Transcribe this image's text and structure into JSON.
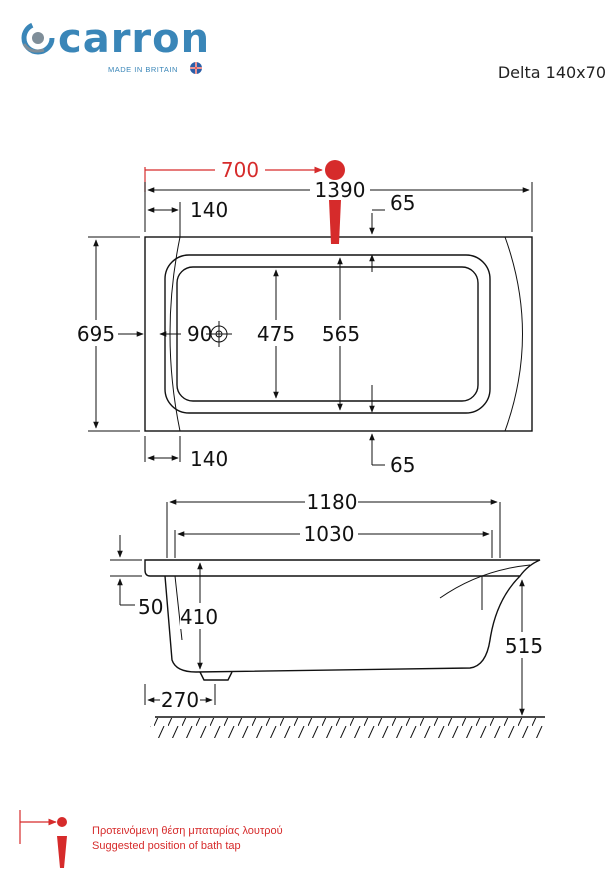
{
  "header": {
    "brand_name": "carron",
    "brand_tagline": "MADE IN BRITAIN",
    "model_name": "Delta 140x70"
  },
  "plan_view": {
    "tap_position": "700",
    "overall_length": "1390",
    "left_offset_top": "140",
    "left_offset_bottom": "140",
    "right_rim_top": "65",
    "right_rim_bottom": "65",
    "overall_width": "695",
    "waste_offset": "90",
    "inner_width": "475",
    "basin_width": "565"
  },
  "side_view": {
    "rim_length": "1180",
    "inner_length": "1030",
    "rim_height": "50",
    "inner_depth": "410",
    "overall_height": "515",
    "foot_offset": "270"
  },
  "legend": {
    "line_greek": "Προτεινόμενη θέση μπαταρίας λουτρού",
    "line_english": "Suggested position of bath tap"
  },
  "colors": {
    "brand_blue": "#3a86b8",
    "brand_grey": "#7f8e99",
    "tap_red": "#d62b2b",
    "line": "#111111"
  },
  "icons": {
    "logo": "swirl-logo",
    "flag": "union-flag-icon",
    "tap": "bath-tap-icon"
  }
}
